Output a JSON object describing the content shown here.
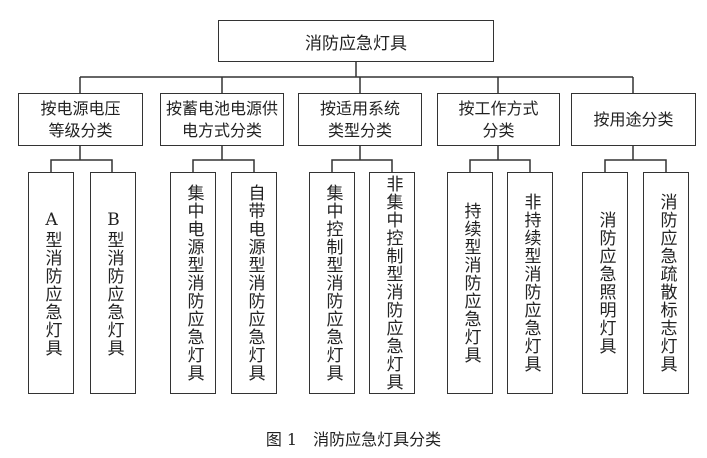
{
  "root": {
    "label": "消防应急灯具"
  },
  "categories": [
    {
      "label": "按电源电压等级分类",
      "children": [
        "A型消防应急灯具",
        "B型消防应急灯具"
      ]
    },
    {
      "label": "按蓄电池电源供电方式分类",
      "children": [
        "集中电源型消防应急灯具",
        "自带电源型消防应急灯具"
      ]
    },
    {
      "label": "按适用系统类型分类",
      "children": [
        "集中控制型消防应急灯具",
        "非集中控制型消防应急灯具"
      ]
    },
    {
      "label": "按工作方式分类",
      "children": [
        "持续型消防应急灯具",
        "非持续型消防应急灯具"
      ]
    },
    {
      "label": "按用途分类",
      "children": [
        "消防应急照明灯具",
        "消防应急疏散标志灯具"
      ]
    }
  ],
  "caption": {
    "number": "图 1",
    "title": "消防应急灯具分类"
  }
}
